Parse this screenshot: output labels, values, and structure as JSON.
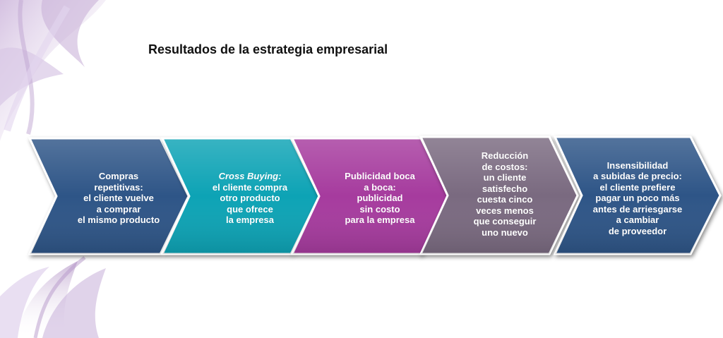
{
  "title": "Resultados de la estrategia empresarial",
  "steps": [
    {
      "color": "#2f5587",
      "lines": [
        "Compras",
        "repetitivas:",
        "el cliente vuelve",
        "a comprar",
        "el mismo producto"
      ]
    },
    {
      "color": "#0aa3b5",
      "lines": [
        "Cross Buying:",
        "el cliente compra",
        "otro producto",
        "que ofrece",
        "la empresa"
      ],
      "emphasis_line": "Cross Buying:"
    },
    {
      "color": "#a63a9e",
      "lines": [
        "Publicidad boca",
        "a boca:",
        "publicidad",
        "sin costo",
        "para la empresa"
      ]
    },
    {
      "color": "#7a6a80",
      "lines": [
        "Reducción",
        "de costos:",
        "un cliente",
        "satisfecho",
        "cuesta cinco",
        "veces menos",
        "que conseguir",
        "uno nuevo"
      ]
    },
    {
      "color": "#2f5587",
      "lines": [
        "Insensibilidad",
        "a subidas de precio:",
        "el cliente prefiere",
        "pagar un poco más",
        "antes de arriesgarse",
        "a cambiar",
        "de proveedor"
      ]
    }
  ]
}
